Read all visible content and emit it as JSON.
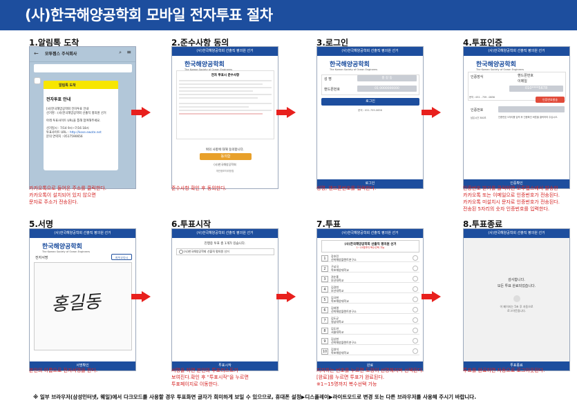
{
  "page_title": "(사)한국해양공학회 모바일 전자투표 절차",
  "steps": [
    {
      "title": "1.알림톡 도착",
      "desc": [
        "카카오톡으로 들어온 주소를 클릭한다.",
        "카카오톡이 설치되어 있지 않으면",
        "문자로 주소가 전송된다."
      ]
    },
    {
      "title": "2.준수사항 동의",
      "desc": [
        "준수사항 확인 후 동의한다."
      ]
    },
    {
      "title": "3.로그인",
      "desc": [
        "성명, 핸드폰번호를 입력한다."
      ]
    },
    {
      "title": "4.투표인증",
      "desc": [
        "인증번호 받기를 클릭하면 모투젭스에서 발송한",
        "카카오톡 또는 이메일으로 인증번호가 전송된다.",
        "카카오톡 미설치시 문자로 인증번호가 전송된다.",
        "전송된 5자리의 숫자 인증번호를 입력한다."
      ]
    },
    {
      "title": "5.서명",
      "desc": [
        "본인의 이름으로 전자서명을 한다."
      ]
    },
    {
      "title": "6.투표시작",
      "desc": [
        "서명을 하면 본인의 투표리스트가",
        "보여진다.확인 후 \"투표시작\"을 누르면",
        "투표페이지로 이동한다."
      ]
    },
    {
      "title": "7.투표",
      "desc": [
        "지지하는 번호를 누르면 도장이 선명해지며 선택된다.",
        "[완료]를 누르면 투표가 완료된다.",
        "※1~15명까지 복수선택 가능"
      ]
    },
    {
      "title": "8.투표종료",
      "desc": [
        "투표를 완료하면 자동으로 로그아웃된다."
      ]
    }
  ],
  "screen": {
    "election_bar": "(사)한국해양공학회 선출직 평의원 선거",
    "org_name": "한국해양공학회",
    "org_sub": "The Korean Society of Ocean Engineers",
    "kakao": {
      "sender": "모투젭스 주식회사",
      "badge": "알림톡 도착",
      "heading": "전자투표 안내",
      "body1": "[사]한국해양공학회 전자투표 안내",
      "body2": "선거명 : (사)한국해양공학회 선출직 평의원 선거",
      "body3": "아래 투표사이트 URL을 통해 참여해주세요.",
      "period": "선거일시 : 7/14 9시~7/16 18시",
      "url_label": "투표사이트 URL : ",
      "url": "http://kose.ewote.net",
      "contact": "문의 연락처 : 0517590656"
    },
    "agree": {
      "heading": "전자 투표시 준수사항",
      "question": "위의 사항에 대해 동의합니다.",
      "agree_btn": "동의함",
      "cancel": "(사)한국해양공학회",
      "footer": "개인정보처리방침"
    },
    "login": {
      "name_label": "성 명",
      "name_value": "홍 길 동",
      "phone_label": "핸드폰번호",
      "phone_value": "01 0000000000",
      "login_btn": "로그인",
      "tel": "문의 : 051-759-0656",
      "bottom": "로그인"
    },
    "auth": {
      "method_label": "인증방식",
      "opt_kakao": "핸드폰번호",
      "opt_email": "이메일",
      "phone": "010****5678",
      "info": "문의 : 051 - 759 - 0656",
      "send_btn": "인증번호발송",
      "code_label": "인증번호",
      "code_note": "남은시간 300초",
      "code_hint": "인증번호 5자리를 입력 후 인증확인 버튼을 클릭하여 주십시오.",
      "bottom": "인증확인"
    },
    "sign": {
      "label": "전자서명",
      "clear": "지우고다시",
      "signature": "홍길동",
      "bottom": "서명확인"
    },
    "start": {
      "notice": "진행중 투표 총 1개가 있습니다.",
      "item": "(사)한국해양공학회 선출직 평의원 선거",
      "bottom": "투표시작"
    },
    "vote": {
      "title": "(사)한국해양공학회 선출직 평의원 선거",
      "sub": "1~15명까지 복수선택 가능",
      "candidates": [
        {
          "num": "1",
          "name": "강호민",
          "org": "선박해양플랜트연구소"
        },
        {
          "num": "2",
          "name": "구남국",
          "org": "목포해양대학교"
        },
        {
          "num": "3",
          "name": "권순홍",
          "org": "부산대학교"
        },
        {
          "num": "4",
          "name": "김경천",
          "org": "부산대학교"
        },
        {
          "num": "5",
          "name": "김국현",
          "org": "목포해양대학교"
        },
        {
          "num": "6",
          "name": "김대열",
          "org": "선박해양플랜트연구소"
        },
        {
          "num": "7",
          "name": "김도균",
          "org": "영남대학교"
        },
        {
          "num": "8",
          "name": "김도연",
          "org": "서울대학교"
        },
        {
          "num": "9",
          "name": "김상현",
          "org": "선박해양플랜트연구소"
        },
        {
          "num": "10",
          "name": "김영석",
          "org": "목포해양대학교"
        }
      ],
      "bottom": "완료"
    },
    "end": {
      "line1": "감사합니다.",
      "line2": "모든 투표 완료되었습니다.",
      "line3": "이 페이지는 5초 후 자동으로",
      "line4": "로그아웃됩니다.",
      "bottom": "투표종료"
    }
  },
  "footnote": "※ 일부 브라우저(삼성인터넷, 웨일)에서 다크모드를 사용할 경우 투표화면 글자가 희미하게 보일 수 있으므로, 휴대폰 설정▶디스플레이▶라이트모드로 변경 또는 다른 브라우저를 사용해 주시기 바랍니다.",
  "colors": {
    "header": "#1d4e9e",
    "desc": "#d42020",
    "arrow": "#e8201d",
    "kakao_yellow": "#f7e600"
  }
}
